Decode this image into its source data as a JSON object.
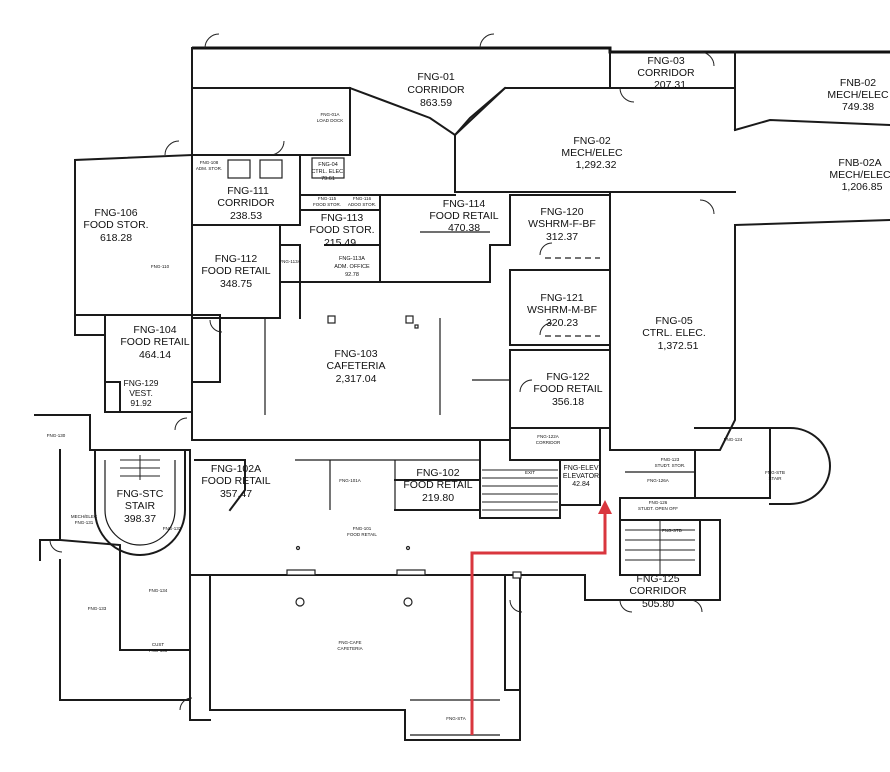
{
  "colors": {
    "wall": "#1a1a1a",
    "route": "#d9363e",
    "background": "#ffffff"
  },
  "rooms": [
    {
      "id": "FNG-01",
      "name": "CORRIDOR",
      "area": "863.59"
    },
    {
      "id": "FNG-03",
      "name": "CORRIDOR",
      "area": "207.31"
    },
    {
      "id": "FNB-02",
      "name": "MECH/ELEC",
      "area": "749.38"
    },
    {
      "id": "FNG-02",
      "name": "MECH/ELEC",
      "area": "1,292.32"
    },
    {
      "id": "FNB-02A",
      "name": "MECH/ELEC",
      "area": "1,206.85"
    },
    {
      "id": "FNG-106",
      "name": "FOOD STOR.",
      "area": "618.28"
    },
    {
      "id": "FNG-111",
      "name": "CORRIDOR",
      "area": "238.53"
    },
    {
      "id": "FNG-04",
      "name": "CTRL. ELEC.",
      "area": "79.61"
    },
    {
      "id": "FNG-114",
      "name": "FOOD RETAIL",
      "area": "470.38"
    },
    {
      "id": "FNG-120",
      "name": "WSHRM-F-BF",
      "area": "312.37"
    },
    {
      "id": "FNG-113",
      "name": "FOOD STOR.",
      "area": "215.49"
    },
    {
      "id": "FNG-112",
      "name": "FOOD RETAIL",
      "area": "348.75"
    },
    {
      "id": "FNG-113A",
      "name": "ADM. OFFICE",
      "area": "92.78"
    },
    {
      "id": "FNG-121",
      "name": "WSHRM-M-BF",
      "area": "320.23"
    },
    {
      "id": "FNG-104",
      "name": "FOOD RETAIL",
      "area": "464.14"
    },
    {
      "id": "FNG-05",
      "name": "CTRL. ELEC.",
      "area": "1,372.51"
    },
    {
      "id": "FNG-103",
      "name": "CAFETERIA",
      "area": "2,317.04"
    },
    {
      "id": "FNG-129",
      "name": "VEST.",
      "area": "91.92"
    },
    {
      "id": "FNG-122",
      "name": "FOOD RETAIL",
      "area": "356.18"
    },
    {
      "id": "FNG-102A",
      "name": "FOOD RETAIL",
      "area": "357.47"
    },
    {
      "id": "FNG-102",
      "name": "FOOD RETAIL",
      "area": "219.80"
    },
    {
      "id": "FNG-ELEV",
      "name": "ELEVATOR",
      "area": "42.84"
    },
    {
      "id": "FNG-STC",
      "name": "STAIR",
      "area": "398.37"
    },
    {
      "id": "FNG-125",
      "name": "CORRIDOR",
      "area": "505.80"
    }
  ],
  "small_labels": [
    "FNG-01A",
    "LOAD DOCK",
    "FNG-108",
    "ADM. STOR.",
    "FNG-115",
    "FOOD STOR.",
    "FNG-116",
    "ADOO STOR.",
    "FNG-110",
    "FNG-113A",
    "FNG-122A",
    "CORRIDOR",
    "FNG-123",
    "STUDT. STOR.",
    "FNG-124",
    "FNG-STB",
    "STAIR",
    "FNG-126A",
    "FNG-126",
    "STUDT. OPEN OFF",
    "FNG-STD",
    "FNG-101",
    "FOOD RETAIL",
    "FNG-101A",
    "FNG-CAFE",
    "CAFETERIA",
    "FNG-130",
    "MECH/ELEC",
    "FNG-131",
    "FNG-132",
    "FNG-133",
    "FNG-134",
    "CUST",
    "FNG-135",
    "FNG-STA",
    "EXIT"
  ]
}
